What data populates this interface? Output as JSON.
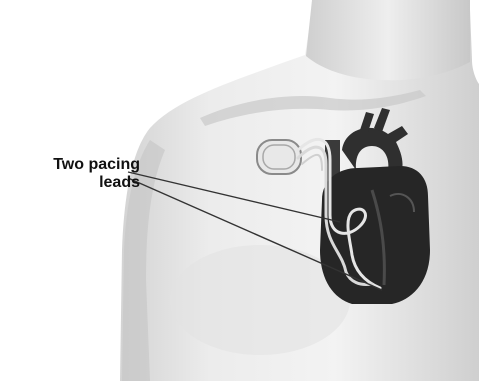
{
  "annotation": {
    "line1": "Two pacing",
    "line2": "leads"
  },
  "colors": {
    "background": "#ffffff",
    "skin_light": "#f0f0f0",
    "skin_mid": "#d9d9d9",
    "skin_shadow": "#bdbdbd",
    "heart": "#262626",
    "vessel": "#3a3a3a",
    "lead": "#e6e6e6",
    "pointer_line": "#333333",
    "text": "#111111"
  },
  "icons": {
    "pacemaker": "pacemaker-device-icon",
    "heart": "heart-illustration"
  }
}
